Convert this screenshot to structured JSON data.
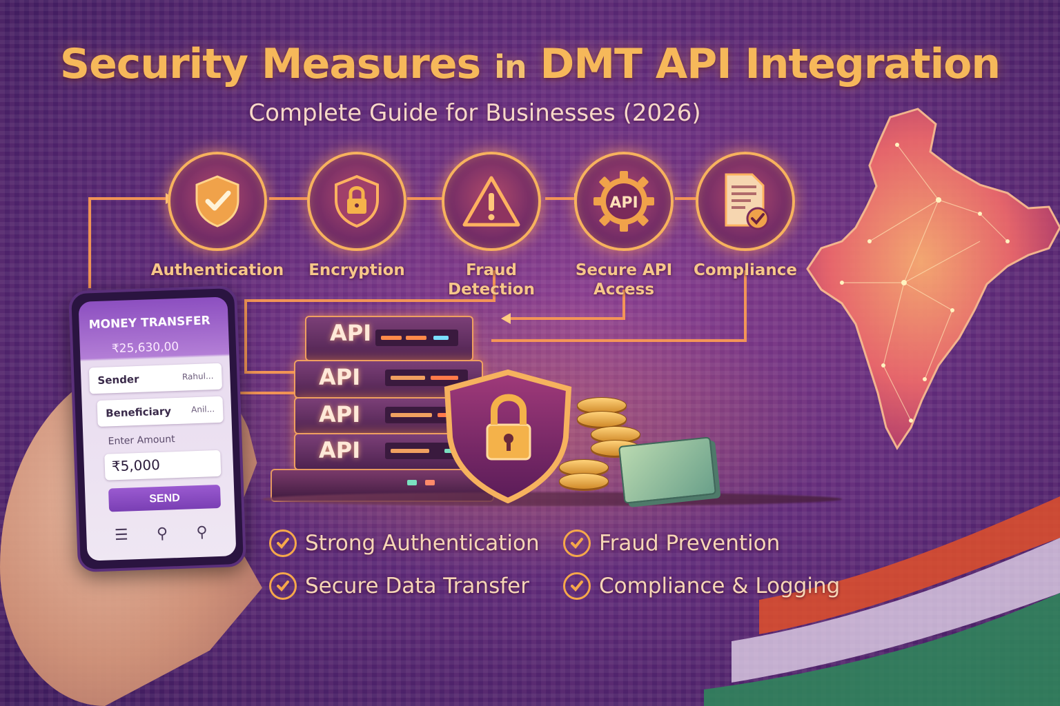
{
  "header": {
    "title_part1": "Security Measures",
    "title_part2": "in",
    "title_part3": "DMT API Integration",
    "subtitle": "Complete Guide for Businesses (2026)"
  },
  "steps": [
    {
      "label": "Authentication",
      "icon": "shield-check-icon"
    },
    {
      "label": "Encryption",
      "icon": "shield-lock-icon"
    },
    {
      "label": "Fraud Detection",
      "icon": "warning-icon"
    },
    {
      "label": "Secure API Access",
      "icon": "api-gear-icon",
      "icon_text": "API"
    },
    {
      "label": "Compliance",
      "icon": "document-check-icon"
    }
  ],
  "servers": [
    {
      "label": "API"
    },
    {
      "label": "API"
    },
    {
      "label": "API"
    },
    {
      "label": "API"
    }
  ],
  "phone": {
    "title": "MONEY TRANSFER",
    "balance": "₹25,630,00",
    "sender_label": "Sender",
    "sender_value": "Rahul...",
    "beneficiary_label": "Beneficiary",
    "beneficiary_value": "Anil...",
    "amount_label": "Enter Amount",
    "amount_value": "₹5,000",
    "send_label": "SEND",
    "nav_icons": [
      "menu-icon",
      "search-icon",
      "search-icon"
    ]
  },
  "benefits": [
    "Strong Authentication",
    "Fraud Prevention",
    "Secure Data Transfer",
    "Compliance & Logging"
  ],
  "colors": {
    "accent": "#f6b85a",
    "glow": "#ff9a4a",
    "bg": "#5e2a78"
  }
}
